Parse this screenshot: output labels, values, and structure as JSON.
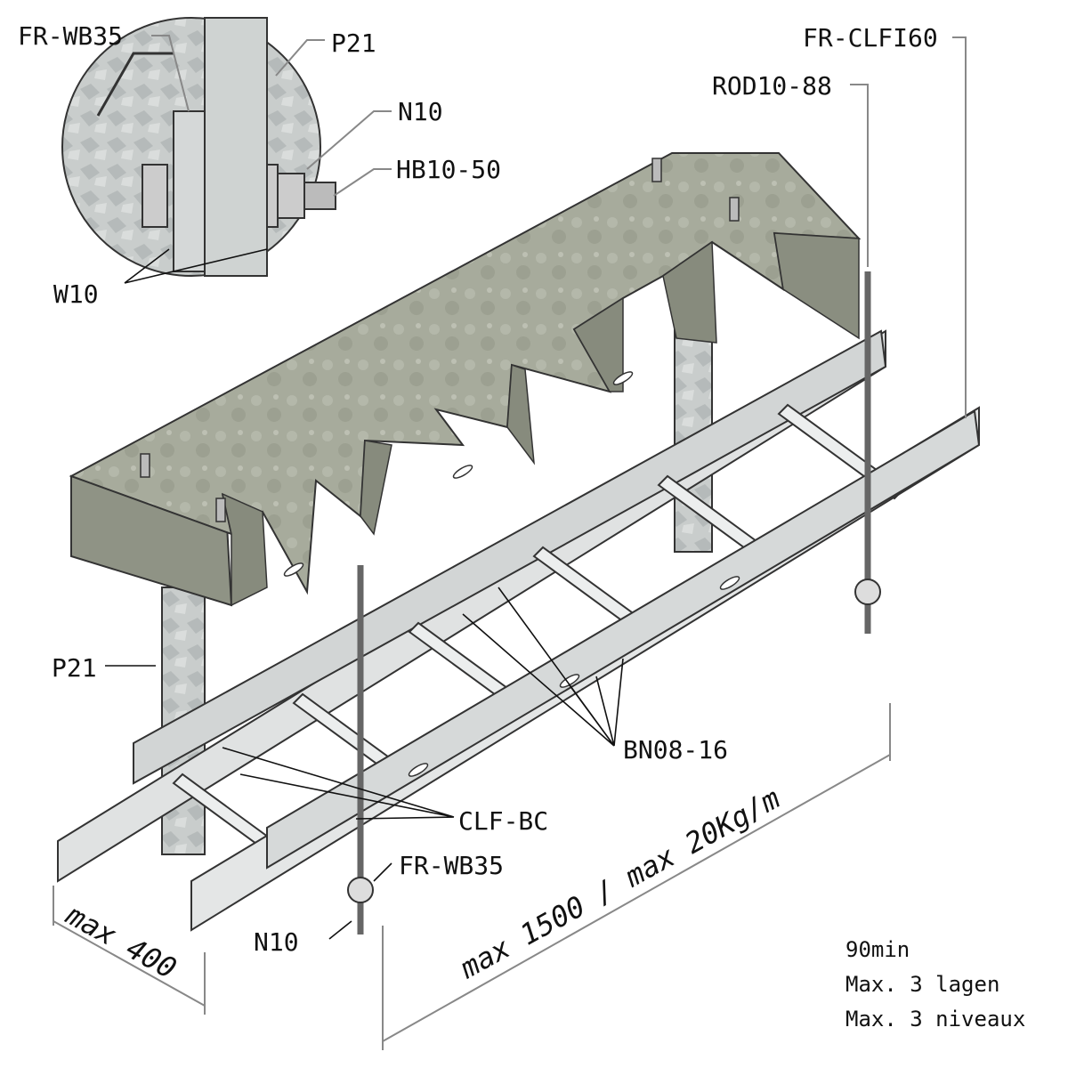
{
  "labels": {
    "inset_wall_bracket": "FR-WB35",
    "inset_profile": "P21",
    "inset_nut": "N10",
    "inset_bolt": "HB10-50",
    "inset_washer": "W10",
    "ladder": "FR-CLFI60",
    "rod": "ROD10-88",
    "profile": "P21",
    "bolt_nut": "BN08-16",
    "clamp": "CLF-BC",
    "wall_bracket": "FR-WB35",
    "nut": "N10"
  },
  "dimensions": {
    "width": "max 400",
    "span_load": "max 1500 / max 20Kg/m"
  },
  "notes": [
    "90min",
    "Max. 3 lagen",
    "Max. 3 niveaux"
  ],
  "colors": {
    "concrete": "#a9ad9f",
    "steel": "#d9dcdc",
    "outline": "#222222"
  }
}
